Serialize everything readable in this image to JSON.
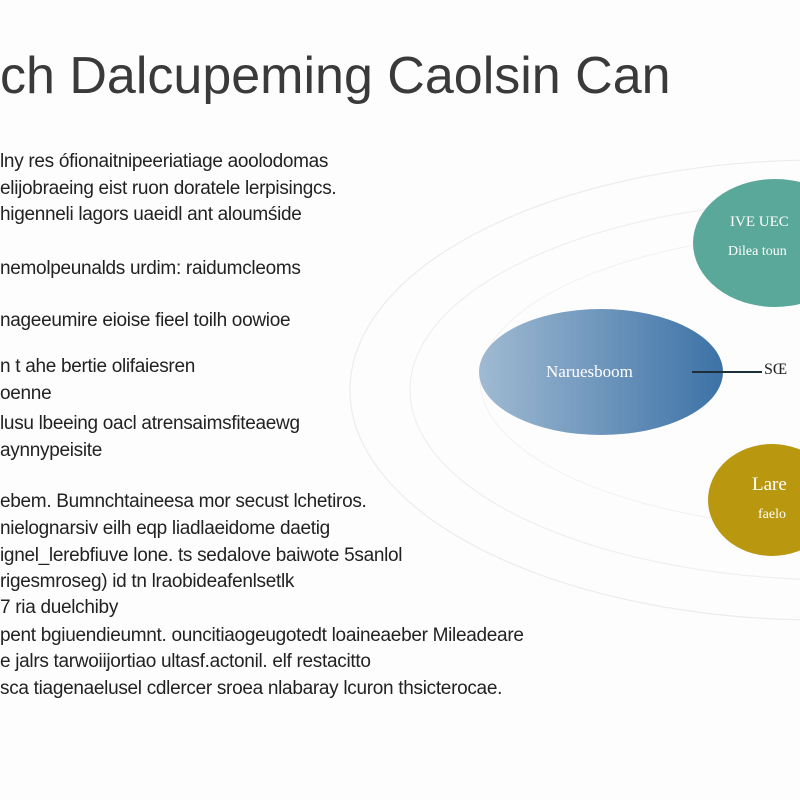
{
  "title": "ch Dalcupeming Caolsin Can",
  "text_lines": [
    "lny res ófionaitnipeeriatiage aoolodomas",
    "elijobraeing eist ruon doratele lerpisingcs.",
    "higenneli lagors uaeidl ant aloumśide",
    "nemolpeunalds urdim: raidumcleoms",
    "nageeumire eioise fieel toilh oowioe",
    "n t ahe bertie olifaiesren",
    "oenne",
    "lusu lbeeing oacl atrensaimsfiteaewg",
    "aynnypeisite",
    "ebem. Bumnchtaineesa mor secust lchetiros.",
    "nielognarsiv eilh eqp liadlaeidome daetig",
    "ignel_lerebfiuve lone. ts sedalove baiwote 5sanlol",
    "rigesmroseg) id tn lraobideafenlsetlk",
    "7 ria duelchiby",
    "pent bgiuendieumnt. ouncitiaogeugotedt loaineaeber Mileadeare",
    "e jalrs tarwoiijortiao ultasf.actonil. elf restacitto",
    "sca tiagenaelusel cdlercer sroea nlabaray lcuron thsicterocae."
  ],
  "nodes": {
    "teal": {
      "line1": "IVE UEC",
      "line2": "Dilea toun",
      "color": "#5aa89a"
    },
    "blue": {
      "label": "Naruesboom",
      "color_start": "#a0bad2",
      "color_end": "#3c72a6"
    },
    "gold": {
      "line1": "Lare",
      "line2": "faelo",
      "color": "#b9980f"
    }
  },
  "connector_label": "SŒ"
}
